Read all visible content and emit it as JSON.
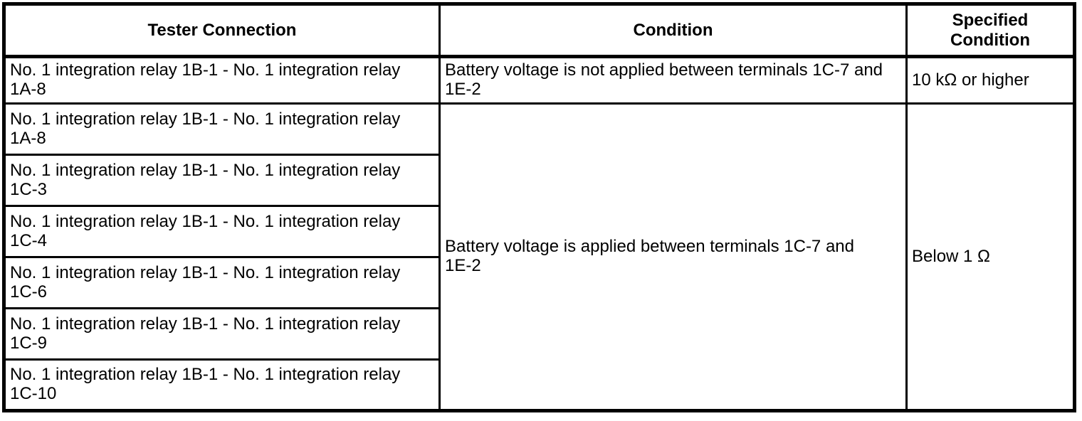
{
  "page": {
    "background_color": "#ffffff",
    "border_color": "#000000",
    "text_color": "#000000"
  },
  "table": {
    "columns": [
      {
        "label": "Tester Connection"
      },
      {
        "label": "Condition"
      },
      {
        "label": "Specified\nCondition"
      }
    ],
    "rows": [
      {
        "tester_connection": "No. 1 integration relay 1B-1 - No. 1 integration relay\n1A-8",
        "condition": "Battery voltage is not applied between terminals 1C-7 and\n1E-2",
        "specified_condition": "10 kΩ or higher"
      },
      {
        "tester_connection": "No. 1 integration relay 1B-1 - No. 1 integration relay\n1A-8",
        "condition": "Battery voltage is applied between terminals 1C-7 and\n1E-2",
        "specified_condition": "Below 1 Ω"
      },
      {
        "tester_connection": "No. 1 integration relay 1B-1 - No. 1 integration relay\n1C-3"
      },
      {
        "tester_connection": "No. 1 integration relay 1B-1 - No. 1 integration relay\n1C-4"
      },
      {
        "tester_connection": "No. 1 integration relay 1B-1 - No. 1 integration relay\n1C-6"
      },
      {
        "tester_connection": "No. 1 integration relay 1B-1 - No. 1 integration relay\n1C-9"
      },
      {
        "tester_connection": "No. 1 integration relay 1B-1 - No. 1 integration relay\n1C-10"
      }
    ]
  }
}
